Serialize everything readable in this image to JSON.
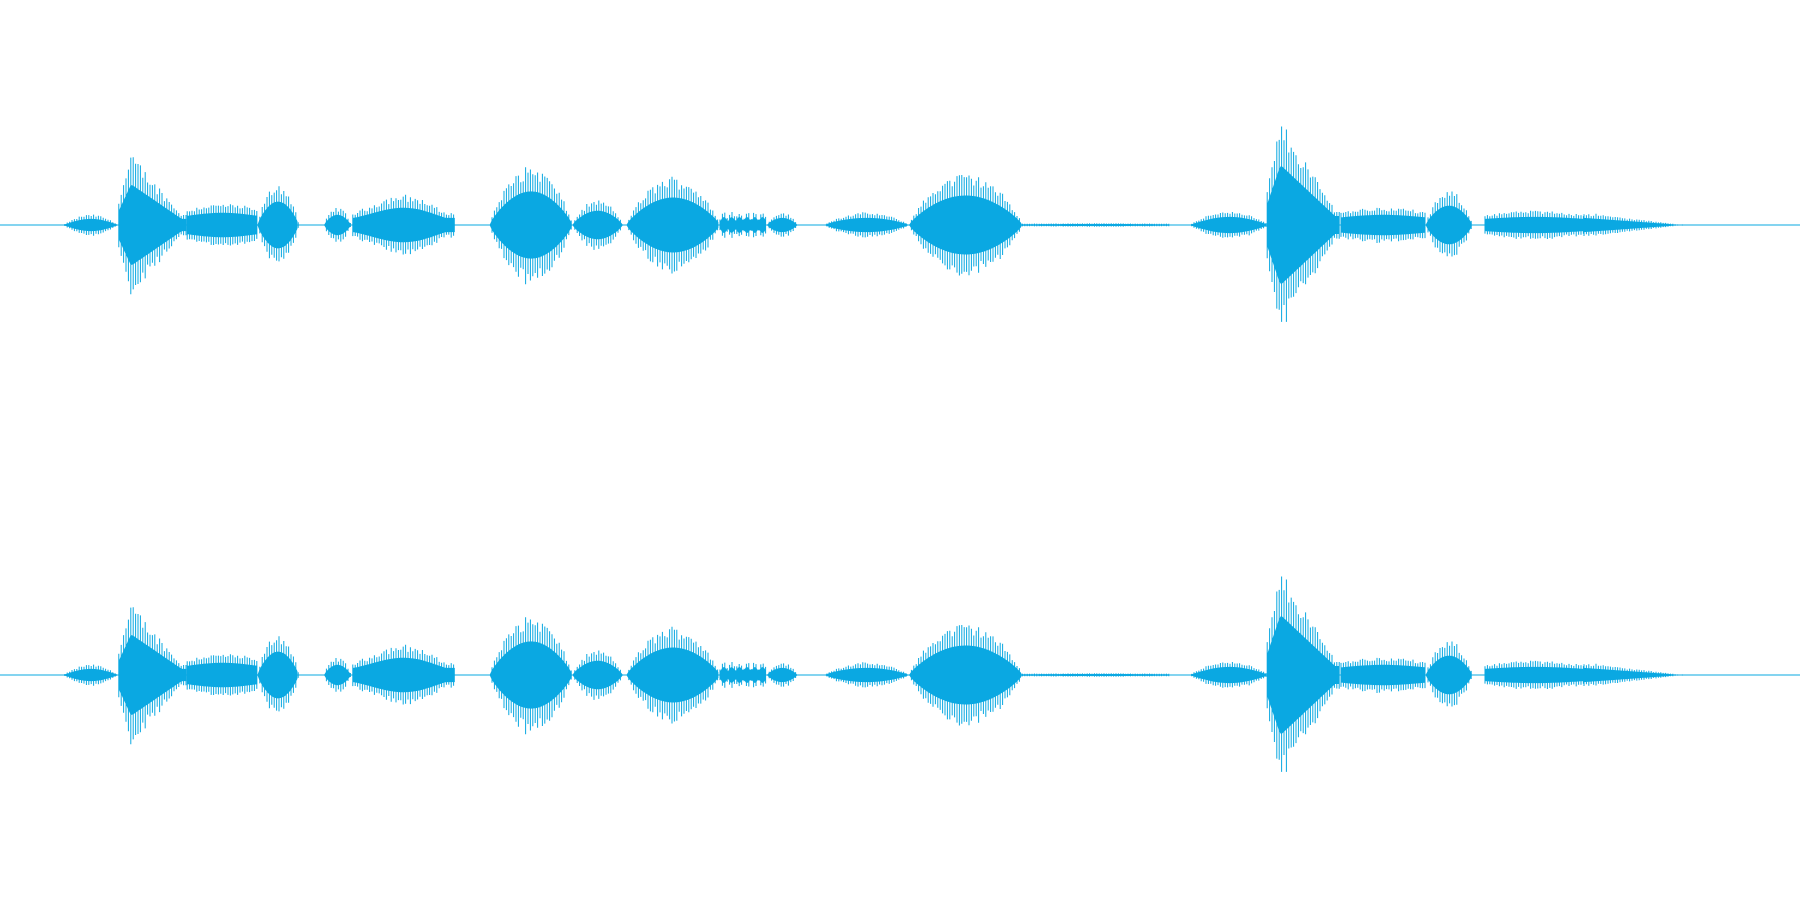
{
  "waveform": {
    "channel_count": 2,
    "color": "#0aa8e2",
    "channels": [
      {
        "name": "channel-1",
        "segments": [
          {
            "start": 0.036,
            "end": 0.065,
            "peak": 0.06,
            "shape": "swell"
          },
          {
            "start": 0.066,
            "end": 0.104,
            "peak": 0.4,
            "shape": "fast-decay"
          },
          {
            "start": 0.104,
            "end": 0.143,
            "peak": 0.12,
            "shape": "flat"
          },
          {
            "start": 0.143,
            "end": 0.166,
            "peak": 0.23,
            "shape": "dome"
          },
          {
            "start": 0.18,
            "end": 0.195,
            "peak": 0.1,
            "shape": "dome"
          },
          {
            "start": 0.196,
            "end": 0.253,
            "peak": 0.2,
            "shape": "rise"
          },
          {
            "start": 0.272,
            "end": 0.318,
            "peak": 0.33,
            "shape": "dome"
          },
          {
            "start": 0.318,
            "end": 0.346,
            "peak": 0.14,
            "shape": "dome"
          },
          {
            "start": 0.348,
            "end": 0.4,
            "peak": 0.27,
            "shape": "dome"
          },
          {
            "start": 0.4,
            "end": 0.426,
            "peak": 0.08,
            "shape": "jagged"
          },
          {
            "start": 0.426,
            "end": 0.443,
            "peak": 0.07,
            "shape": "dome"
          },
          {
            "start": 0.458,
            "end": 0.505,
            "peak": 0.07,
            "shape": "dome"
          },
          {
            "start": 0.505,
            "end": 0.568,
            "peak": 0.29,
            "shape": "dome"
          },
          {
            "start": 0.568,
            "end": 0.65,
            "peak": 0.01,
            "shape": "flat"
          },
          {
            "start": 0.662,
            "end": 0.704,
            "peak": 0.08,
            "shape": "swell"
          },
          {
            "start": 0.704,
            "end": 0.745,
            "peak": 0.59,
            "shape": "fast-decay"
          },
          {
            "start": 0.745,
            "end": 0.792,
            "peak": 0.1,
            "shape": "flat"
          },
          {
            "start": 0.792,
            "end": 0.818,
            "peak": 0.19,
            "shape": "dome"
          },
          {
            "start": 0.825,
            "end": 0.88,
            "peak": 0.08,
            "shape": "flat"
          },
          {
            "start": 0.88,
            "end": 0.935,
            "peak": 0.07,
            "shape": "fade"
          }
        ]
      },
      {
        "name": "channel-2",
        "segments": [
          {
            "start": 0.036,
            "end": 0.065,
            "peak": 0.06,
            "shape": "swell"
          },
          {
            "start": 0.066,
            "end": 0.104,
            "peak": 0.4,
            "shape": "fast-decay"
          },
          {
            "start": 0.104,
            "end": 0.143,
            "peak": 0.12,
            "shape": "flat"
          },
          {
            "start": 0.143,
            "end": 0.166,
            "peak": 0.23,
            "shape": "dome"
          },
          {
            "start": 0.18,
            "end": 0.195,
            "peak": 0.1,
            "shape": "dome"
          },
          {
            "start": 0.196,
            "end": 0.253,
            "peak": 0.2,
            "shape": "rise"
          },
          {
            "start": 0.272,
            "end": 0.318,
            "peak": 0.33,
            "shape": "dome"
          },
          {
            "start": 0.318,
            "end": 0.346,
            "peak": 0.14,
            "shape": "dome"
          },
          {
            "start": 0.348,
            "end": 0.4,
            "peak": 0.27,
            "shape": "dome"
          },
          {
            "start": 0.4,
            "end": 0.426,
            "peak": 0.08,
            "shape": "jagged"
          },
          {
            "start": 0.426,
            "end": 0.443,
            "peak": 0.07,
            "shape": "dome"
          },
          {
            "start": 0.458,
            "end": 0.505,
            "peak": 0.07,
            "shape": "dome"
          },
          {
            "start": 0.505,
            "end": 0.568,
            "peak": 0.29,
            "shape": "dome"
          },
          {
            "start": 0.568,
            "end": 0.65,
            "peak": 0.01,
            "shape": "flat"
          },
          {
            "start": 0.662,
            "end": 0.704,
            "peak": 0.08,
            "shape": "swell"
          },
          {
            "start": 0.704,
            "end": 0.745,
            "peak": 0.59,
            "shape": "fast-decay"
          },
          {
            "start": 0.745,
            "end": 0.792,
            "peak": 0.1,
            "shape": "flat"
          },
          {
            "start": 0.792,
            "end": 0.818,
            "peak": 0.19,
            "shape": "dome"
          },
          {
            "start": 0.825,
            "end": 0.88,
            "peak": 0.08,
            "shape": "flat"
          },
          {
            "start": 0.88,
            "end": 0.935,
            "peak": 0.07,
            "shape": "fade"
          }
        ]
      }
    ]
  }
}
